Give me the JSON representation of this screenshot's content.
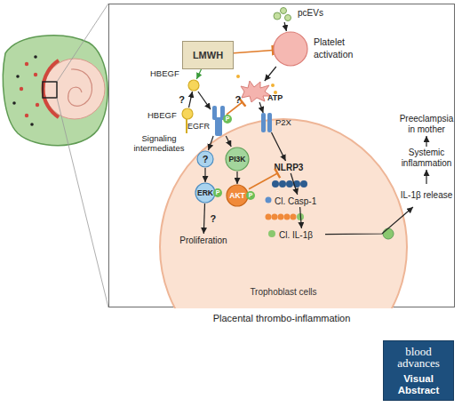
{
  "diagram": {
    "nodes": [
      {
        "text": [
          "Placental thrombo-inflammation"
        ]
      },
      {
        "text": [
          "pcEVs"
        ],
        "in": 0
      },
      {
        "text": [
          "LMWH"
        ],
        "in": 0
      },
      {
        "text": [
          "Platelet activation"
        ],
        "in": 0
      },
      {
        "text": [
          "HBEGF"
        ],
        "in": 0
      },
      {
        "text": [
          "ATP"
        ],
        "in": 0
      },
      {
        "text": [
          "HBEGF"
        ],
        "in": 0
      },
      {
        "text": [
          "EGFR",
          "P"
        ],
        "in": 0
      },
      {
        "text": [
          "P2X"
        ],
        "in": 0
      },
      {
        "text": [
          "Trophoblast cells"
        ],
        "in": 0
      },
      {
        "text": [
          "?"
        ],
        "in": 9
      },
      {
        "text": [
          "PI3K"
        ],
        "in": 9
      },
      {
        "text": [
          "ERK",
          "P"
        ],
        "in": 9
      },
      {
        "text": [
          "AKT",
          "P"
        ],
        "in": 9
      },
      {
        "text": [
          "NLRP3"
        ],
        "in": 9
      },
      {
        "text": [
          "Cl. Casp-1"
        ],
        "in": 9
      },
      {
        "text": [
          "Cl. IL-1β"
        ],
        "in": 9
      },
      {
        "text": [
          "Proliferation"
        ],
        "in": 9
      },
      {
        "text": [
          "Preeclampsia in mother"
        ],
        "in": 0
      },
      {
        "text": [
          "Systemic inflammation"
        ],
        "in": 0
      },
      {
        "text": [
          "IL-1β release"
        ],
        "in": 0
      },
      {
        "text": [
          "blood advances",
          "Visual Abstract"
        ]
      }
    ],
    "edges": [
      {
        "from": 1,
        "to": 3,
        "arrow": "to"
      },
      {
        "from": 2,
        "to": 3,
        "arrow": "to"
      },
      {
        "from": 3,
        "to": 5,
        "arrow": "to"
      },
      {
        "from": 2,
        "to": 4,
        "arrow": "to"
      },
      {
        "from": 6,
        "to": 4,
        "label": "?",
        "arrow": "to"
      },
      {
        "from": 4,
        "to": 7,
        "arrow": "to"
      },
      {
        "from": 7,
        "to": 5,
        "label": "?",
        "arrow": "to"
      },
      {
        "from": 5,
        "to": 8,
        "arrow": "to"
      },
      {
        "from": 7,
        "to": 10,
        "arrow": "to"
      },
      {
        "from": 7,
        "to": 11,
        "arrow": "to"
      },
      {
        "from": 10,
        "to": 12,
        "arrow": "to"
      },
      {
        "from": 11,
        "to": 13,
        "arrow": "to"
      },
      {
        "from": 12,
        "to": 17,
        "label": "?",
        "arrow": "to"
      },
      {
        "from": 13,
        "to": 14,
        "arrow": "to"
      },
      {
        "from": 8,
        "to": 14,
        "arrow": "to"
      },
      {
        "from": 14,
        "to": 15,
        "arrow": "to"
      },
      {
        "from": 15,
        "to": 16,
        "arrow": "to"
      },
      {
        "from": 16,
        "to": 20,
        "arrow": "to"
      },
      {
        "from": 20,
        "to": 19,
        "arrow": "to"
      },
      {
        "from": 19,
        "to": 18,
        "arrow": "to"
      }
    ],
    "labels": [
      "Signaling intermediates"
    ]
  }
}
